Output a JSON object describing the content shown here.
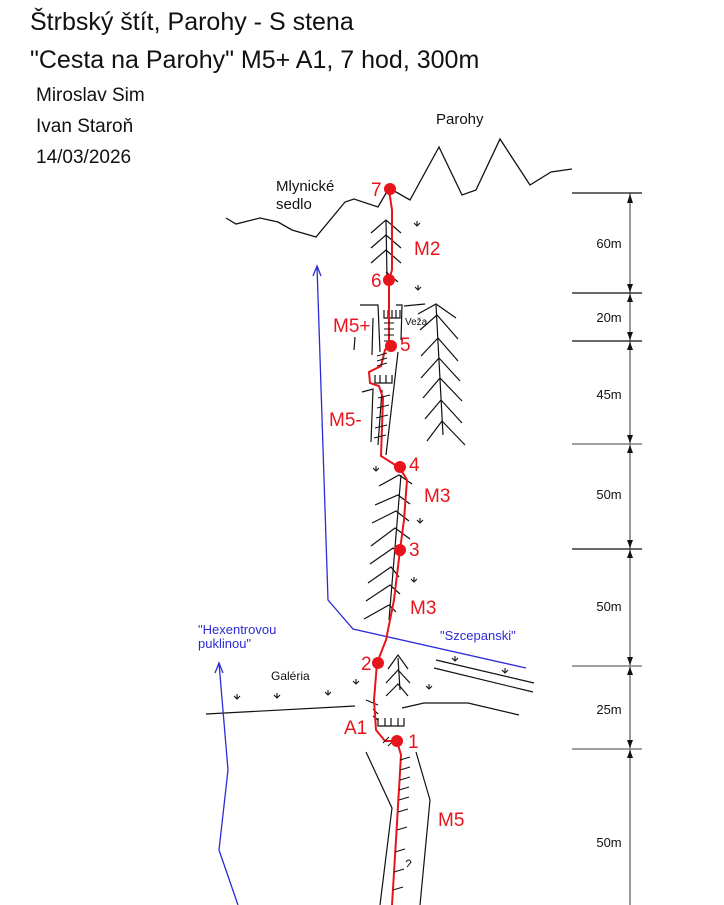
{
  "header": {
    "title": "Štrbský štít, Parohy - S stena",
    "route": "\"Cesta na Parohy\" M5+ A1, 7 hod, 300m",
    "authors": [
      "Miroslav Sim",
      "Ivan Staroň"
    ],
    "date": "14/03/2026"
  },
  "features": {
    "peak": "Parohy",
    "saddle_line1": "Mlynické",
    "saddle_line2": "sedlo",
    "tower": "Veža",
    "gallery": "Galéria",
    "route_hex_line1": "\"Hexentrovou",
    "route_hex_line2": "puklinou\"",
    "route_szc": "\"Szcepanski\""
  },
  "belays": [
    "1",
    "2",
    "3",
    "4",
    "5",
    "6",
    "7"
  ],
  "grades": {
    "pitch1": "M5",
    "pitch1_aid": "A1",
    "pitch2": "M3",
    "pitch3": "M3",
    "pitch4": "M5-",
    "pitch5": "M5+",
    "pitch6": "M2"
  },
  "lengths": [
    "60m",
    "20m",
    "45m",
    "50m",
    "50m",
    "25m",
    "50m"
  ],
  "colors": {
    "route": "#e8141c",
    "other_routes": "#2b2bd6",
    "rock": "#111111",
    "scale": "#808080"
  }
}
